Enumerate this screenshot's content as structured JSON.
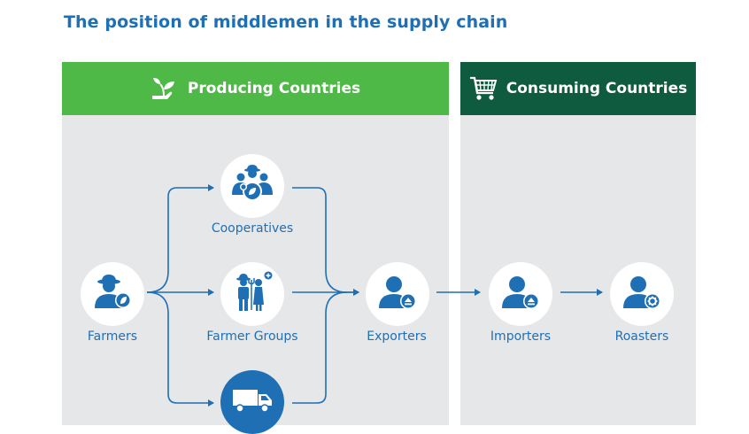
{
  "title": "The position of middlemen in the supply chain",
  "regions": {
    "producing": {
      "label": "Producing Countries",
      "icon": "sprout-icon",
      "color": "#4fb947"
    },
    "consuming": {
      "label": "Consuming Countries",
      "icon": "shopping-cart-icon",
      "color": "#0f5b3f"
    }
  },
  "nodes": {
    "farmers": {
      "label": "Farmers",
      "icon": "farmer-icon"
    },
    "cooperatives": {
      "label": "Cooperatives",
      "icon": "group-icon"
    },
    "farmer_groups": {
      "label": "Farmer Groups",
      "icon": "farmer-couple-icon"
    },
    "transporters": {
      "icon": "truck-icon"
    },
    "exporters": {
      "label": "Exporters",
      "icon": "person-export-icon"
    },
    "importers": {
      "label": "Importers",
      "icon": "person-import-icon"
    },
    "roasters": {
      "label": "Roasters",
      "icon": "person-gear-icon"
    }
  },
  "colors": {
    "accent": "#1f6fb4",
    "panel": "#e6e7e9"
  }
}
